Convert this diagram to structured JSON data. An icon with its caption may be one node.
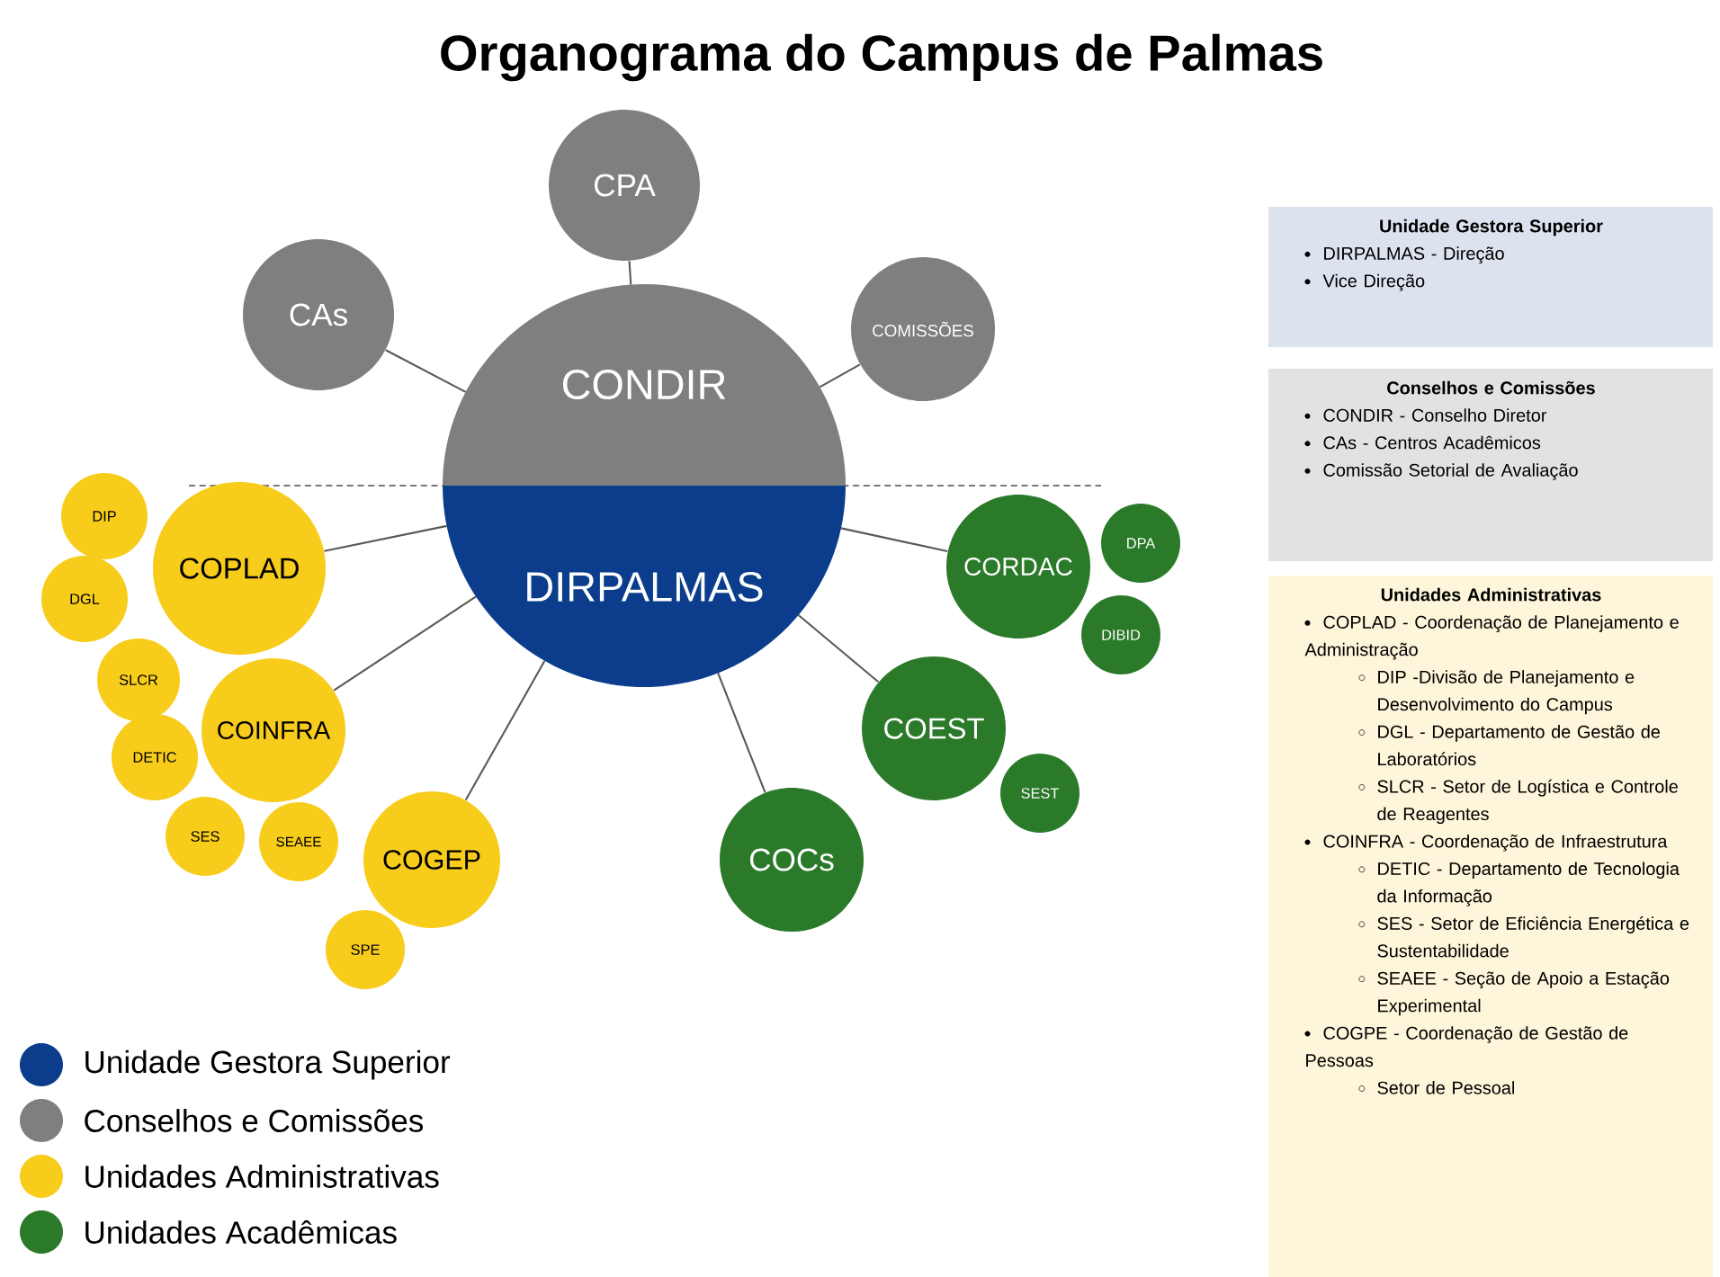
{
  "diagram": {
    "title": "Organograma do Campus de Palmas",
    "nodes": [
      {
        "text": [
          "CPA"
        ]
      },
      {
        "text": [
          "CAs"
        ]
      },
      {
        "text": [
          "COMISSÕES"
        ]
      },
      {
        "text": [
          "CONDIR"
        ]
      },
      {
        "text": [
          "DIRPALMAS"
        ]
      },
      {
        "text": [
          "COPLAD"
        ]
      },
      {
        "text": [
          "DIP"
        ]
      },
      {
        "text": [
          "DGL"
        ]
      },
      {
        "text": [
          "SLCR"
        ]
      },
      {
        "text": [
          "COINFRA"
        ]
      },
      {
        "text": [
          "DETIC"
        ]
      },
      {
        "text": [
          "SES"
        ]
      },
      {
        "text": [
          "SEAEE"
        ]
      },
      {
        "text": [
          "COGEP"
        ]
      },
      {
        "text": [
          "SPE"
        ]
      },
      {
        "text": [
          "CORDAC"
        ]
      },
      {
        "text": [
          "DPA"
        ]
      },
      {
        "text": [
          "DIBID"
        ]
      },
      {
        "text": [
          "COEST"
        ]
      },
      {
        "text": [
          "SEST"
        ]
      },
      {
        "text": [
          "COCs"
        ]
      },
      {
        "text": [
          "Unidade Gestora Superior",
          "DIRPALMAS - Direção",
          "Vice Direção"
        ]
      },
      {
        "text": [
          "Conselhos e Comissões",
          "CONDIR - Conselho Diretor",
          "CAs - Centros Acadêmicos",
          "Comissão Setorial de Avaliação"
        ]
      },
      {
        "text": [
          "Unidades Administrativas",
          "COPLAD - Coordenação de Planejamento e Administração",
          "DIP -Divisão de Planejamento e Desenvolvimento do Campus",
          "DGL - Departamento de Gestão de Laboratórios",
          "SLCR - Setor de Logística e Controle de Reagentes",
          "COINFRA - Coordenação de Infraestrutura",
          "DETIC - Departamento de Tecnologia da Informação",
          "SES - Setor de Eficiência Energética e Sustentabilidade",
          "SEAEE - Seção de Apoio a Estação Experimental",
          "COGPE - Coordenação de Gestão de Pessoas",
          "Setor de Pessoal"
        ]
      }
    ],
    "edges": [
      {
        "from": 3,
        "to": 1,
        "arrow": "none"
      },
      {
        "from": 3,
        "to": 0,
        "arrow": "none"
      },
      {
        "from": 3,
        "to": 2,
        "arrow": "none"
      },
      {
        "from": 4,
        "to": 5,
        "arrow": "none"
      },
      {
        "from": 4,
        "to": 9,
        "arrow": "none"
      },
      {
        "from": 4,
        "to": 13,
        "arrow": "none"
      },
      {
        "from": 4,
        "to": 20,
        "arrow": "none"
      },
      {
        "from": 4,
        "to": 18,
        "arrow": "none"
      },
      {
        "from": 4,
        "to": 15,
        "arrow": "none"
      }
    ],
    "legend": [
      {
        "text": "Unidade Gestora Superior",
        "color": "#0b3d8c"
      },
      {
        "text": "Conselhos e Comissões",
        "color": "#7f7f7f"
      },
      {
        "text": "Unidades Administrativas",
        "color": "#f8cc1b"
      },
      {
        "text": "Unidades Acadêmicas",
        "color": "#2a7a2a"
      }
    ]
  }
}
